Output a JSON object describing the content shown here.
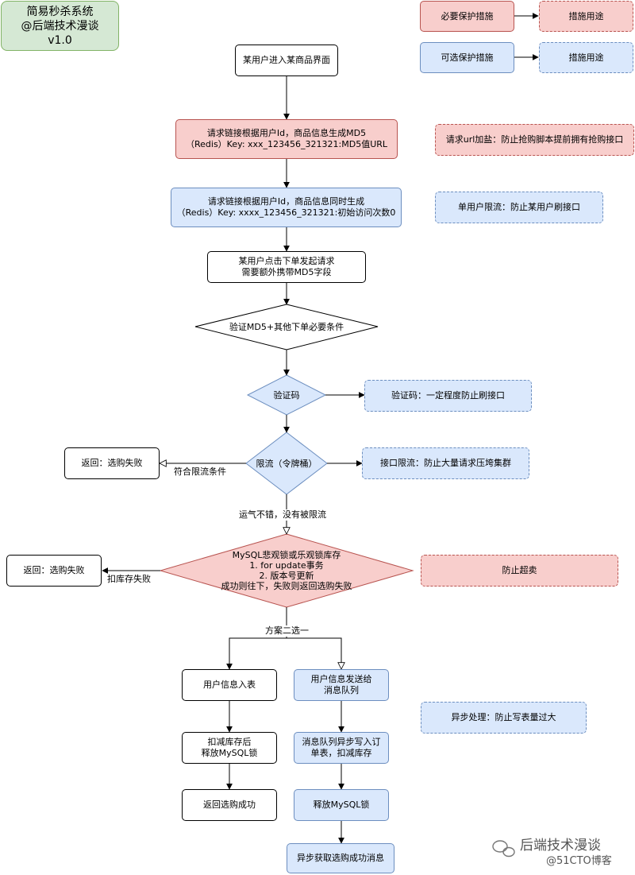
{
  "title": {
    "line1": "简易秒杀系统",
    "line2": "@后端技术漫谈",
    "line3": "v1.0"
  },
  "legend": {
    "required": "必要保护措施",
    "required_use": "措施用途",
    "optional": "可选保护措施",
    "optional_use": "措施用途"
  },
  "nodes": {
    "start": "某用户进入某商品界面",
    "md5": "请求链接根据用户Id，商品信息生成MD5\n（Redis）Key: xxx_123456_321321:MD5值URL",
    "count": "请求链接根据用户Id，商品信息同时生成\n（Redis）Key: xxxx_123456_321321:初始访问次数0",
    "click": "某用户点击下单发起请求\n需要额外携带MD5字段",
    "verify_md5": "验证MD5+其他下单必要条件",
    "captcha": "验证码",
    "ratelimit": "限流（令牌桶）",
    "mysql": "MySQL悲观锁或乐观锁库存\n1. for update事务\n2. 版本号更新\n成功则往下，失败则返回选购失败",
    "fail1": "返回：选购失败",
    "fail2": "返回：选购失败",
    "user_insert": "用户信息入表",
    "reduce_release": "扣减库存后\n释放MySQL锁",
    "return_success": "返回选购成功",
    "send_mq": "用户信息发送给\n消息队列",
    "mq_write": "消息队列异步写入订\n单表，扣减库存",
    "release_mysql": "释放MySQL锁",
    "async_result": "异步获取选购成功消息"
  },
  "notes": {
    "url_salt": "请求url加盐：防止抢购脚本提前拥有抢购接口",
    "user_limit": "单用户限流：防止某用户刷接口",
    "captcha_note": "验证码：一定程度防止刷接口",
    "api_limit": "接口限流：防止大量请求压垮集群",
    "oversell": "防止超卖",
    "async_note": "异步处理：防止写表量过大"
  },
  "edge_labels": {
    "meets_limit": "符合限流条件",
    "lucky": "运气不错，没有被限流",
    "stock_fail": "扣库存失败",
    "choose_one": "方案二选一"
  },
  "watermark": {
    "line1": "后端技术漫谈",
    "line2": "@51CTO博客"
  },
  "colors": {
    "required_fill": "#f8cecc",
    "required_stroke": "#b85450",
    "optional_fill": "#dae8fc",
    "optional_stroke": "#6c8ebf",
    "title_fill": "#d5e8d4"
  }
}
